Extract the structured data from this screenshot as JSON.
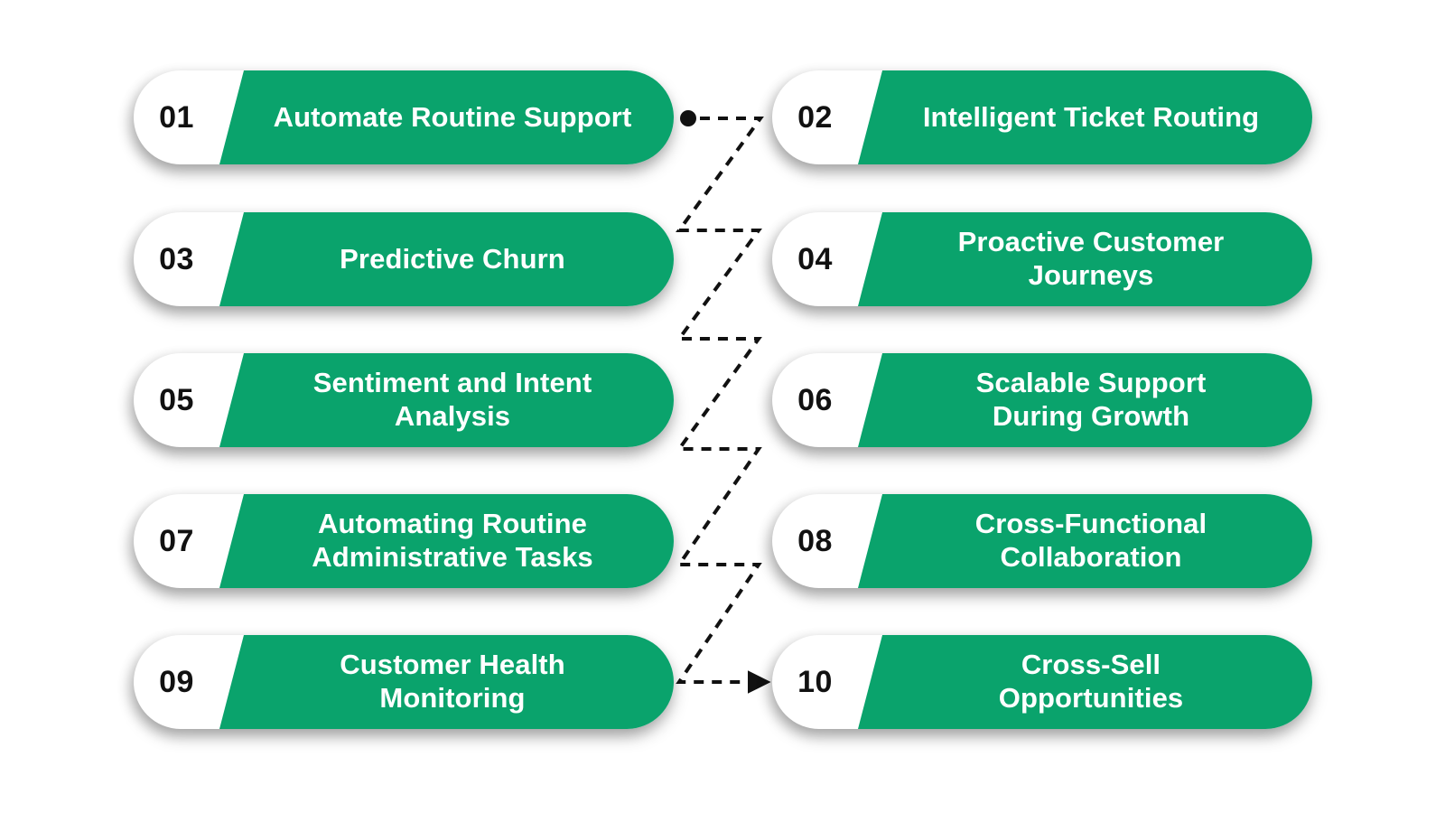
{
  "diagram": {
    "type": "two-column-numbered-list",
    "title": "",
    "accent_color": "#0aa36c",
    "number_color": "#111111",
    "label_color": "#ffffff",
    "background_color": "#ffffff",
    "connector": {
      "style": "dashed-zigzag",
      "color": "#111111",
      "start_marker": "dot",
      "end_marker": "arrowhead",
      "dash_pattern": "10 8"
    },
    "items": [
      {
        "number": "01",
        "label": "Automate Routine Support",
        "column": "left"
      },
      {
        "number": "02",
        "label": "Intelligent Ticket Routing",
        "column": "right"
      },
      {
        "number": "03",
        "label": "Predictive Churn",
        "column": "left"
      },
      {
        "number": "04",
        "label": "Proactive Customer\nJourneys",
        "column": "right"
      },
      {
        "number": "05",
        "label": "Sentiment and Intent\nAnalysis",
        "column": "left"
      },
      {
        "number": "06",
        "label": "Scalable Support\nDuring Growth",
        "column": "right"
      },
      {
        "number": "07",
        "label": "Automating Routine\nAdministrative Tasks",
        "column": "left"
      },
      {
        "number": "08",
        "label": "Cross-Functional\nCollaboration",
        "column": "right"
      },
      {
        "number": "09",
        "label": "Customer Health\nMonitoring",
        "column": "left"
      },
      {
        "number": "10",
        "label": "Cross-Sell\nOpportunities",
        "column": "right"
      }
    ]
  }
}
